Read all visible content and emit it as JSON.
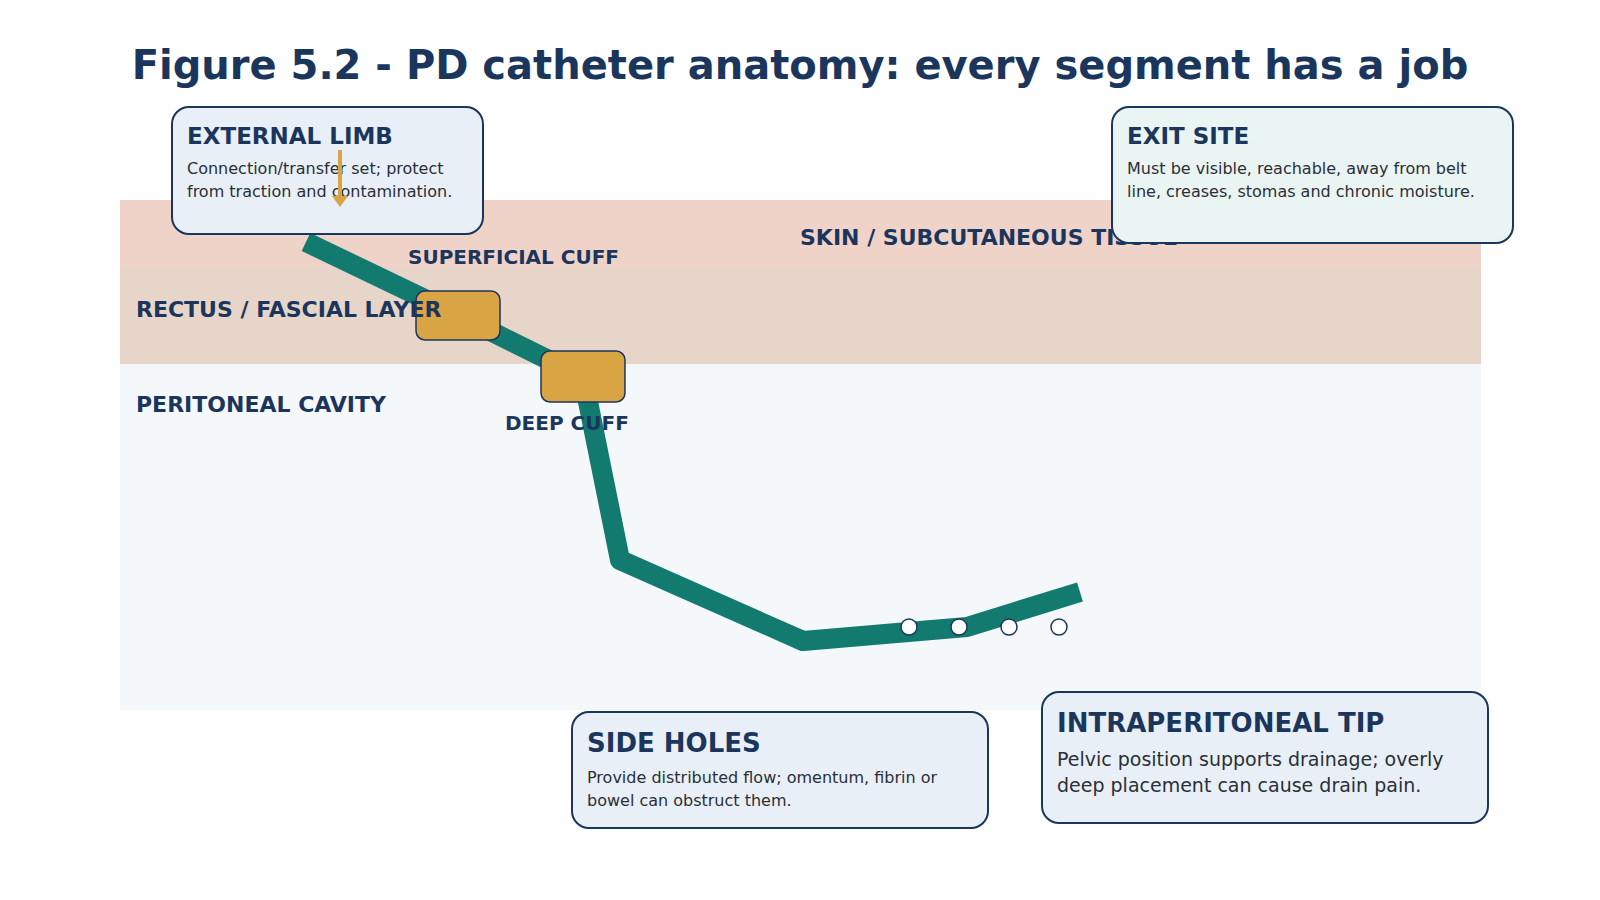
{
  "diagram": {
    "title": "Figure 5.2 - PD catheter anatomy: every segment has a job",
    "nodes": [
      {
        "text": [
          "EXTERNAL LIMB",
          "Connection/transfer set; protect from traction and contamination."
        ]
      },
      {
        "text": [
          "EXIT SITE",
          "Must be visible, reachable, away from belt line, creases, stomas and chronic moisture."
        ]
      },
      {
        "text": [
          "SKIN / SUBCUTANEOUS TISSUE"
        ]
      },
      {
        "text": [
          "RECTUS / FASCIAL LAYER"
        ]
      },
      {
        "text": [
          "PERITONEAL CAVITY"
        ]
      },
      {
        "text": [
          "SIDE HOLES",
          "Provide distributed flow; omentum, fibrin or bowel can obstruct them."
        ]
      },
      {
        "text": [
          "INTRAPERITONEAL TIP",
          "Pelvic position supports drainage; overly deep placement can cause drain pain."
        ]
      }
    ],
    "labels": [
      "SUPERFICIAL CUFF",
      "DEEP CUFF"
    ]
  }
}
